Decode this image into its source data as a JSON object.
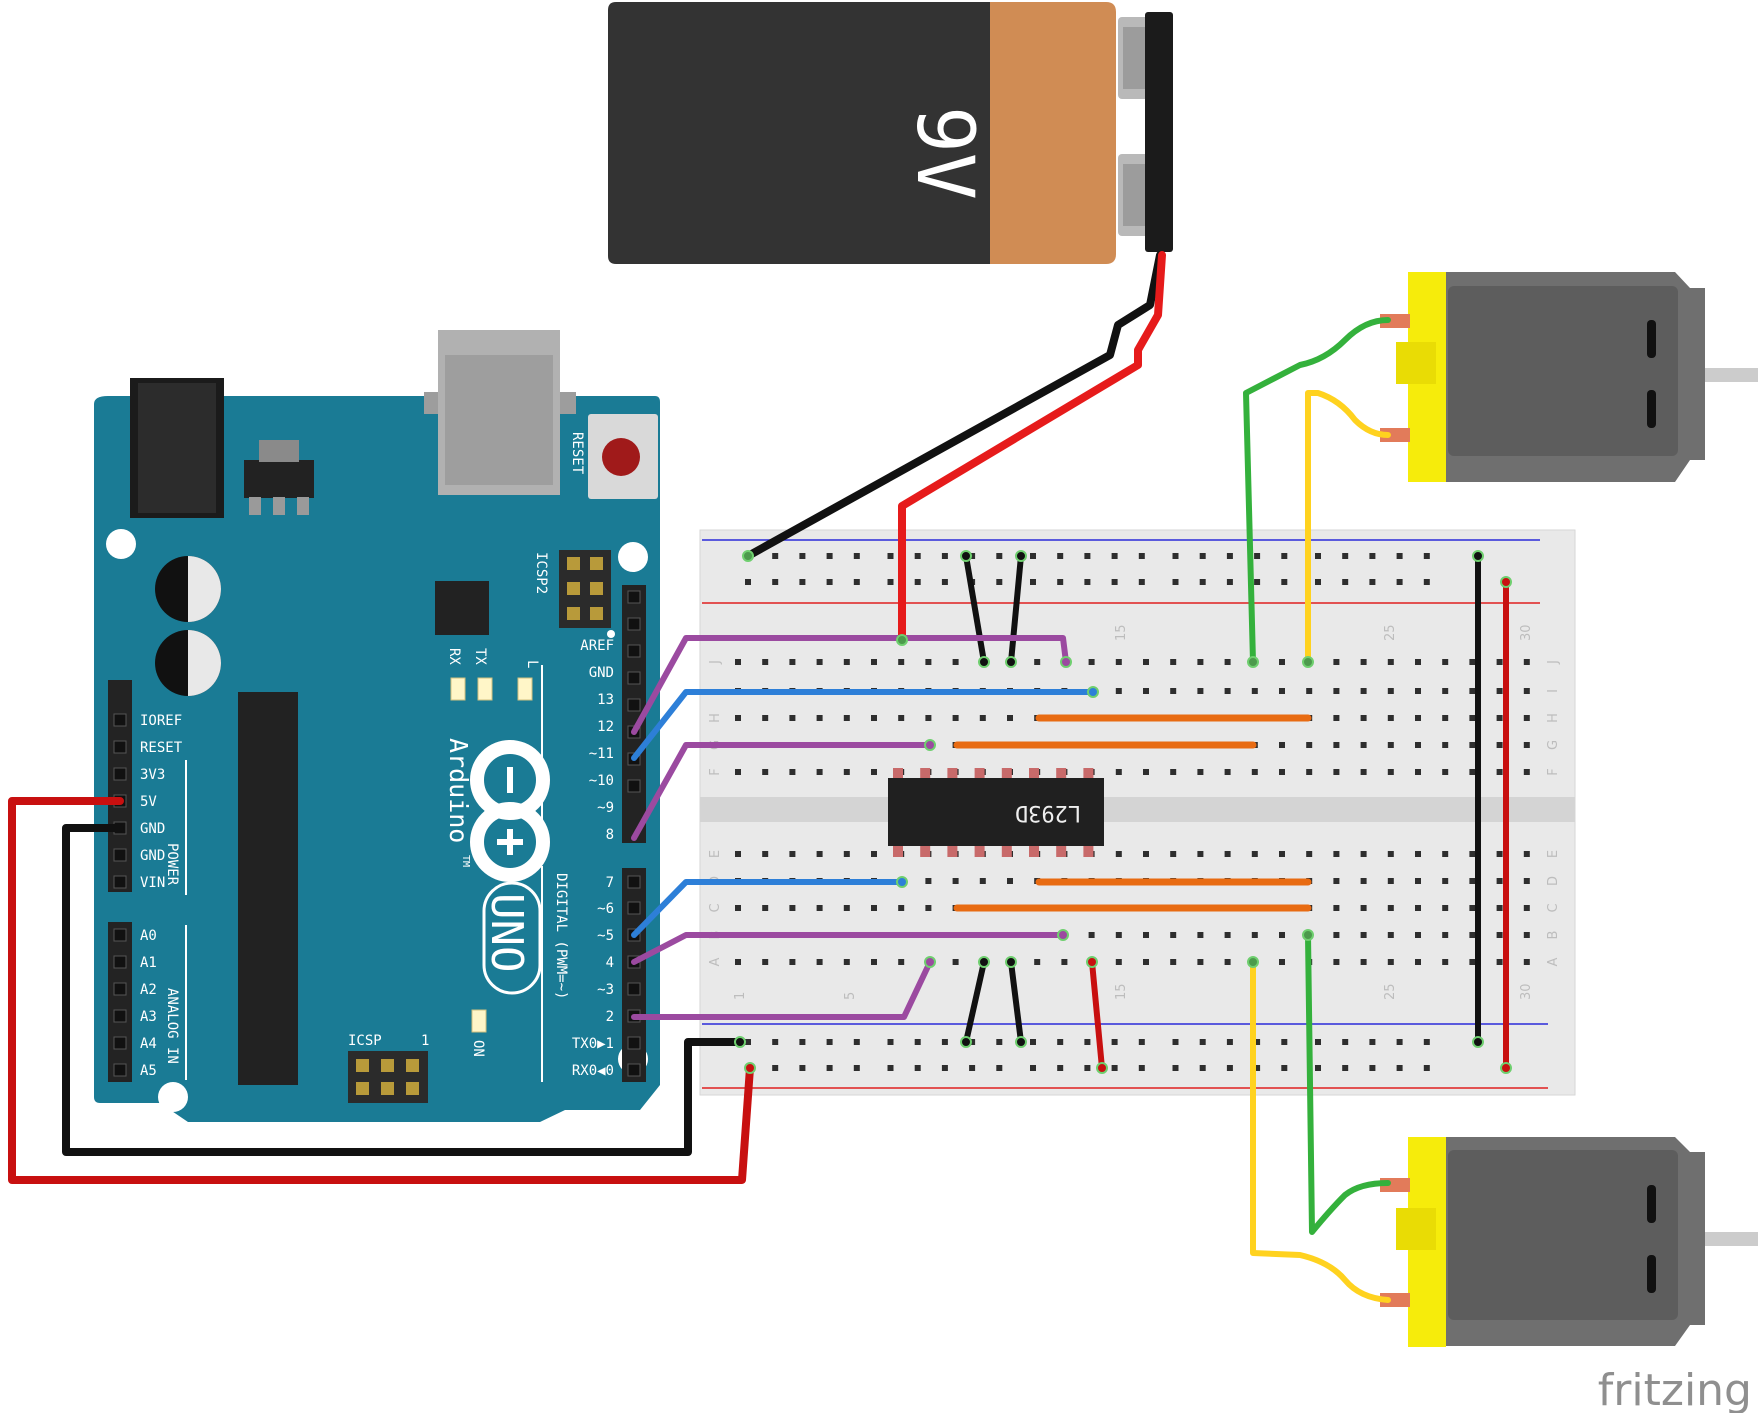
{
  "battery": {
    "label": "9V"
  },
  "arduino": {
    "brand": "Arduino",
    "trademark": "TM",
    "model": "UNO",
    "reset_label": "RESET",
    "icsp2_label": "ICSP2",
    "icsp_label": "ICSP",
    "icsp_pin1": "1",
    "on_label": "ON",
    "tx_label": "TX",
    "rx_label": "RX",
    "l_label": "L",
    "power_group_label": "POWER",
    "analog_group_label": "ANALOG IN",
    "digital_group_label": "DIGITAL (PWM=~)",
    "power_pins": [
      "IOREF",
      "RESET",
      "3V3",
      "5V",
      "GND",
      "GND",
      "VIN"
    ],
    "analog_pins": [
      "A0",
      "A1",
      "A2",
      "A3",
      "A4",
      "A5"
    ],
    "digital_pins_upper": [
      "AREF",
      "GND",
      "13",
      "12",
      "~11",
      "~10",
      "~9",
      "8"
    ],
    "digital_pins_lower": [
      "7",
      "~6",
      "~5",
      "4",
      "~3",
      "2",
      "TX0▶1",
      "RX0◀0"
    ]
  },
  "breadboard": {
    "column_markers": [
      "1",
      "5",
      "15",
      "25",
      "30"
    ],
    "row_letters_top": [
      "J",
      "I",
      "H",
      "G",
      "F"
    ],
    "row_letters_bottom": [
      "E",
      "D",
      "C",
      "B",
      "A"
    ]
  },
  "chip": {
    "label": "L293D"
  },
  "watermark": {
    "text": "fritzing"
  },
  "colors": {
    "arduino_board": "#1a7b95",
    "battery_body": "#333333",
    "battery_cap": "#d08c54",
    "breadboard": "#e9e9e9",
    "motor_cap": "#f6ec0b",
    "motor_body": "#6f6f6f",
    "wire_red": "#e61b1b",
    "wire_black": "#111111",
    "wire_purple": "#9b4aa0",
    "wire_blue": "#2d7fd8",
    "wire_orange": "#e86b12",
    "wire_green": "#34b13c",
    "wire_yellow": "#ffd21f",
    "rail_red": "#e02020",
    "rail_blue": "#2b2bd9"
  }
}
